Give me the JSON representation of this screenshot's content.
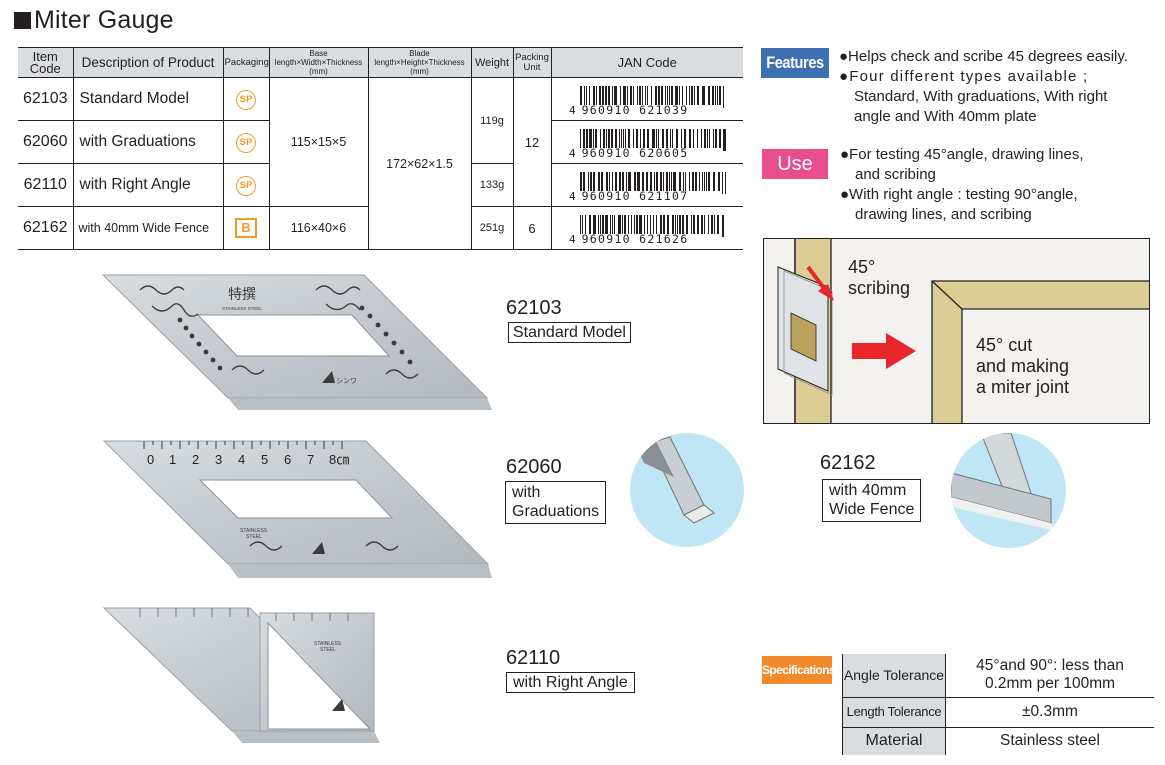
{
  "title": "Miter Gauge",
  "table": {
    "headers": {
      "item_code": "Item Code",
      "description": "Description of Product",
      "packaging": "Packaging",
      "base": "Base length×Width×Thickness (mm)",
      "blade": "Blade length×Height×Thickness (mm)",
      "weight": "Weight",
      "packing_unit": "Packing Unit",
      "jan": "JAN Code"
    },
    "rows": [
      {
        "code": "62103",
        "description": "Standard Model",
        "packaging": "SP",
        "jan_lead": "4",
        "jan_digits": "960910 621039"
      },
      {
        "code": "62060",
        "description": "with Graduations",
        "packaging": "SP",
        "jan_lead": "4",
        "jan_digits": "960910 620605"
      },
      {
        "code": "62110",
        "description": "with Right Angle",
        "packaging": "SP",
        "jan_lead": "4",
        "jan_digits": "960910 621107"
      },
      {
        "code": "62162",
        "description": "with 40mm Wide Fence",
        "packaging": "B",
        "jan_lead": "4",
        "jan_digits": "960910 621626"
      }
    ],
    "base_a": "115×15×5",
    "base_b": "116×40×6",
    "blade": "172×62×1.5",
    "weight_a": "119g",
    "weight_b": "133g",
    "weight_c": "251g",
    "unit_a": "12",
    "unit_b": "6"
  },
  "features": {
    "badge": "Features",
    "items": [
      "●Helps check and scribe 45 degrees easily.",
      "●Four different types available ;",
      "Standard, With graduations, With right",
      "angle and With 40mm plate"
    ]
  },
  "use": {
    "badge": "Use",
    "items": [
      "●For testing 45°angle, drawing lines,",
      "and scribing",
      "●With right angle : testing 90°angle,",
      "drawing lines, and scribing"
    ]
  },
  "diagram": {
    "label1_a": "45°",
    "label1_b": "scribing",
    "label2_a": "45° cut",
    "label2_b": "and making",
    "label2_c": "a miter joint"
  },
  "products": [
    {
      "code": "62103",
      "name_lines": [
        "Standard Model"
      ]
    },
    {
      "code": "62060",
      "name_lines": [
        "with",
        "Graduations"
      ]
    },
    {
      "code": "62110",
      "name_lines": [
        "with Right Angle"
      ]
    },
    {
      "code": "62162",
      "name_lines": [
        "with 40mm",
        "Wide Fence"
      ]
    }
  ],
  "gauge_text": {
    "kanji": "特撰",
    "steel": "STAINLESS STEEL",
    "steel_a": "STAINLESS",
    "steel_b": "STEEL",
    "brand": "シンワ",
    "ruler_numbers": [
      "0",
      "1",
      "2",
      "3",
      "4",
      "5",
      "6",
      "7",
      "8㎝"
    ]
  },
  "specs": {
    "badge": "Specifications",
    "rows": [
      {
        "key": "Angle Tolerance",
        "value_lines": [
          "45°and 90°: less than",
          "0.2mm per 100mm"
        ]
      },
      {
        "key": "Length Tolerance",
        "value_lines": [
          "±0.3mm"
        ]
      },
      {
        "key": "Material",
        "value_lines": [
          "Stainless steel"
        ]
      }
    ]
  },
  "colors": {
    "features": "#3e6fb0",
    "use": "#ea4d8c",
    "specs": "#f08a2b",
    "packaging": "#f39a2a",
    "arrow": "#e8262c",
    "wood": "#dccd96",
    "circle": "#bfe6f4"
  }
}
